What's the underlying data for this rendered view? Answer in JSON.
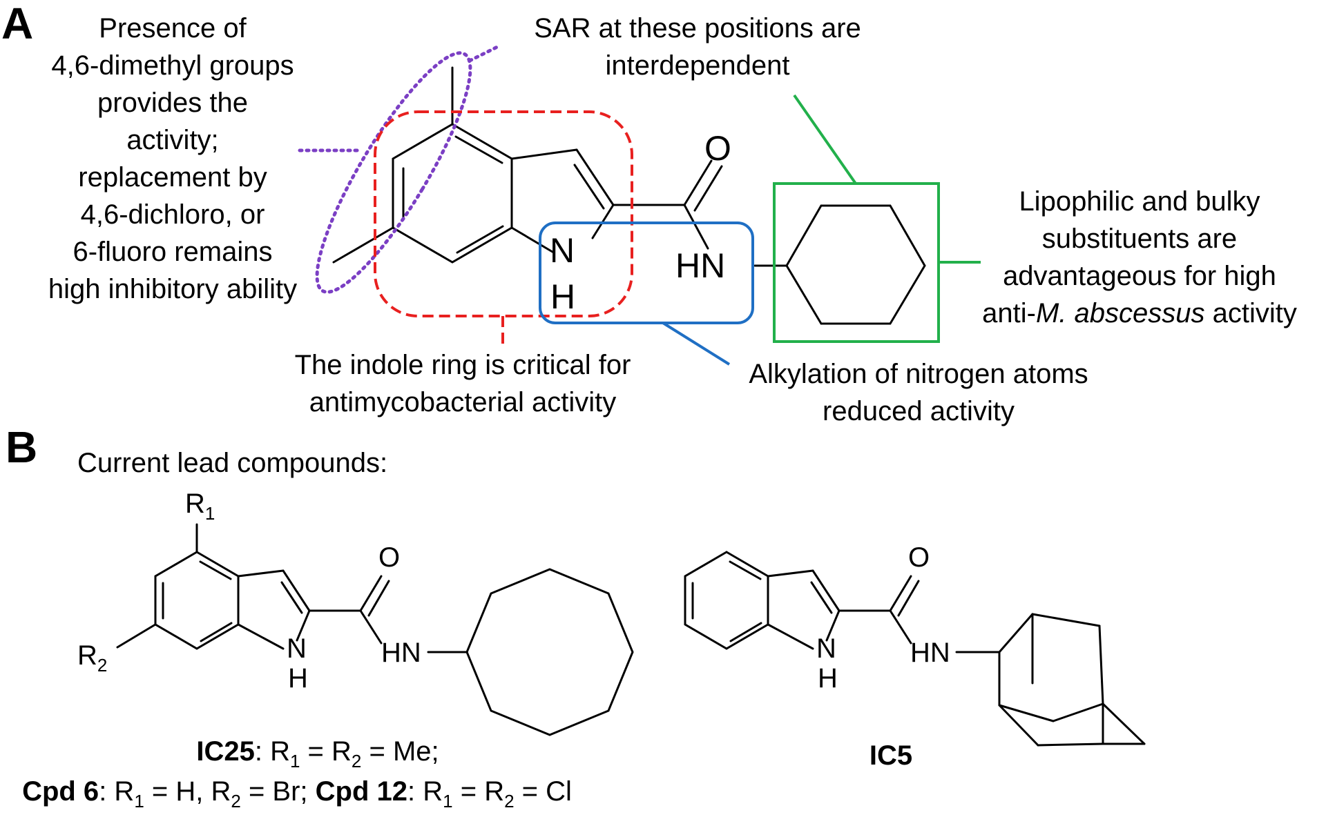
{
  "panels": {
    "a": "A",
    "b": "B"
  },
  "panel_a": {
    "notes": {
      "dimethyl": [
        "Presence of",
        "4,6-dimethyl groups",
        "provides the",
        "activity;",
        "replacement by",
        "4,6-dichloro, or",
        "6-fluoro remains",
        "high inhibitory ability"
      ],
      "sar": [
        "SAR at these positions are",
        "interdependent"
      ],
      "lipophilic": [
        "Lipophilic and bulky",
        "substituents are",
        "advantageous for high"
      ],
      "lipophilic_last_prefix": "anti-",
      "lipophilic_last_italic": "M. abscessus",
      "lipophilic_last_suffix": " activity",
      "indole": [
        "The indole ring is critical for",
        "antimycobacterial activity"
      ],
      "alkylation": [
        "Alkylation of nitrogen atoms",
        "reduced activity"
      ]
    },
    "atoms": {
      "o": "O",
      "n": "N",
      "h": "H",
      "hn": "HN"
    },
    "highlight_colors": {
      "dimethyl": "#7b3fc4",
      "indole": "#e8201f",
      "amide": "#1f6fc4",
      "cyclohexyl": "#22b04b"
    }
  },
  "panel_b": {
    "heading": "Current lead compounds:",
    "atoms": {
      "o": "O",
      "n": "N",
      "h": "H",
      "hn": "HN",
      "r": "R",
      "sub1": "1",
      "sub2": "2"
    },
    "ic25_caption": {
      "name": "IC25",
      "line1_rest_a": ": R",
      "line1_rest_b": " = R",
      "line1_rest_c": " = Me;",
      "cpd6": "Cpd 6",
      "cpd6_rest_a": ": R",
      "cpd6_rest_b": " = H, R",
      "cpd6_rest_c": " = Br; ",
      "cpd12": "Cpd 12",
      "cpd12_rest_a": ": R",
      "cpd12_rest_b": " = R",
      "cpd12_rest_c": " = Cl",
      "sub1": "1",
      "sub2": "2"
    },
    "ic5_caption": "IC5"
  }
}
